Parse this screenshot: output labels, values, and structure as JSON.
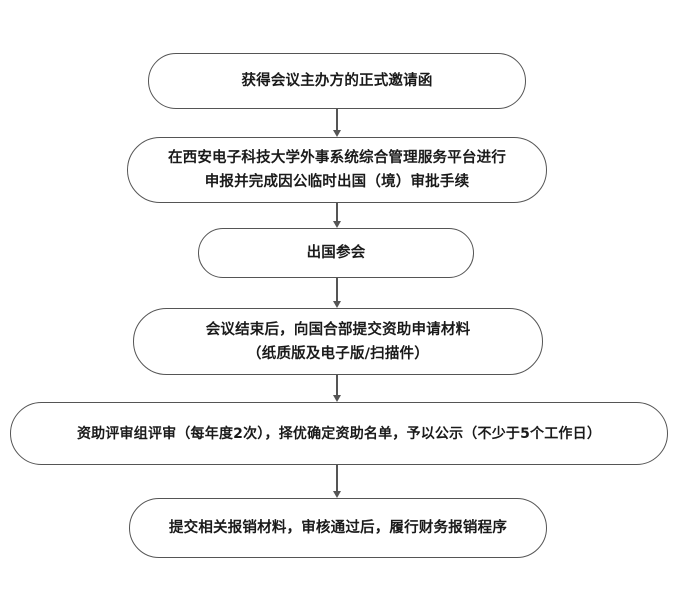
{
  "flowchart": {
    "steps": [
      {
        "lines": [
          "获得会议主办方的正式邀请函"
        ]
      },
      {
        "lines": [
          "在西安电子科技大学外事系统综合管理服务平台进行",
          "申报并完成因公临时出国（境）审批手续"
        ]
      },
      {
        "lines": [
          "出国参会"
        ]
      },
      {
        "lines": [
          "会议结束后，向国合部提交资助申请材料",
          "（纸质版及电子版/扫描件）"
        ]
      },
      {
        "lines": [
          "资助评审组评审（每年度2次），择优确定资助名单，予以公示（不少于5个工作日）"
        ]
      },
      {
        "lines": [
          "提交相关报销材料，审核通过后，履行财务报销程序"
        ]
      }
    ]
  },
  "colors": {
    "border": "#555555",
    "text": "#1a1a1a",
    "background": "#ffffff"
  }
}
